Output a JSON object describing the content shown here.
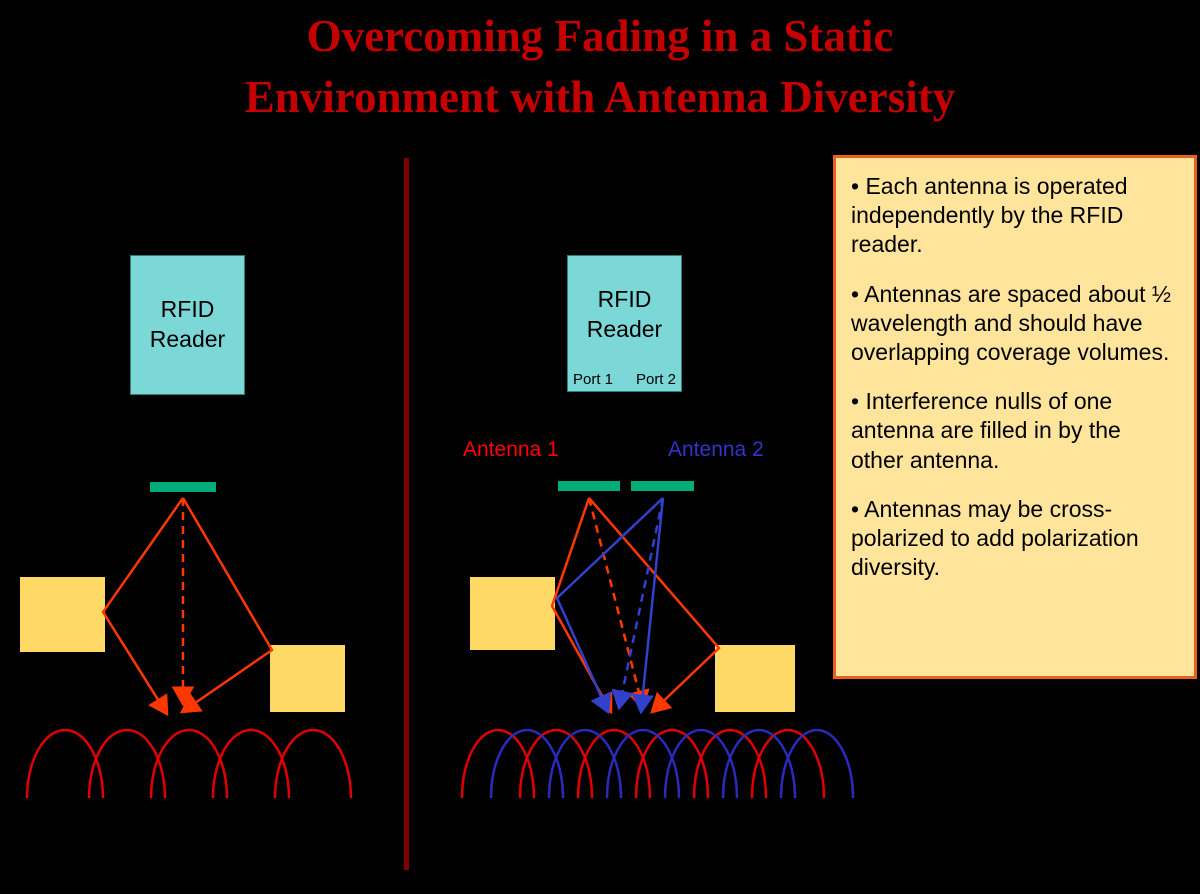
{
  "title": {
    "line1": "Overcoming Fading in a Static",
    "line2": "Environment with Antenna Diversity"
  },
  "left_panel": {
    "reader_label_line1": "RFID",
    "reader_label_line2": "Reader"
  },
  "right_panel": {
    "reader_label_line1": "RFID",
    "reader_label_line2": "Reader",
    "port1_label": "Port 1",
    "port2_label": "Port 2",
    "antenna1_label": "Antenna 1",
    "antenna2_label": "Antenna 2"
  },
  "info_box": {
    "bullets": [
      "• Each antenna is operated independently by the RFID reader.",
      "• Antennas are spaced about ½ wavelength and should have overlapping coverage volumes.",
      "• Interference nulls of one antenna are filled in by the other antenna.",
      "• Antennas may be cross-polarized to add polarization diversity."
    ]
  },
  "colors": {
    "background": "#000000",
    "title_text": "#C40000",
    "divider": "#7E0000",
    "reader_box": "#7CD7D7",
    "antenna_bar": "#00AC78",
    "tag_box": "#FFD966",
    "ray_red": "#FF3800",
    "ray_blue": "#3340CC",
    "arc_red": "#E00000",
    "arc_blue": "#2A2ABB",
    "info_bg": "#FFE49C",
    "info_border": "#E8601C"
  }
}
